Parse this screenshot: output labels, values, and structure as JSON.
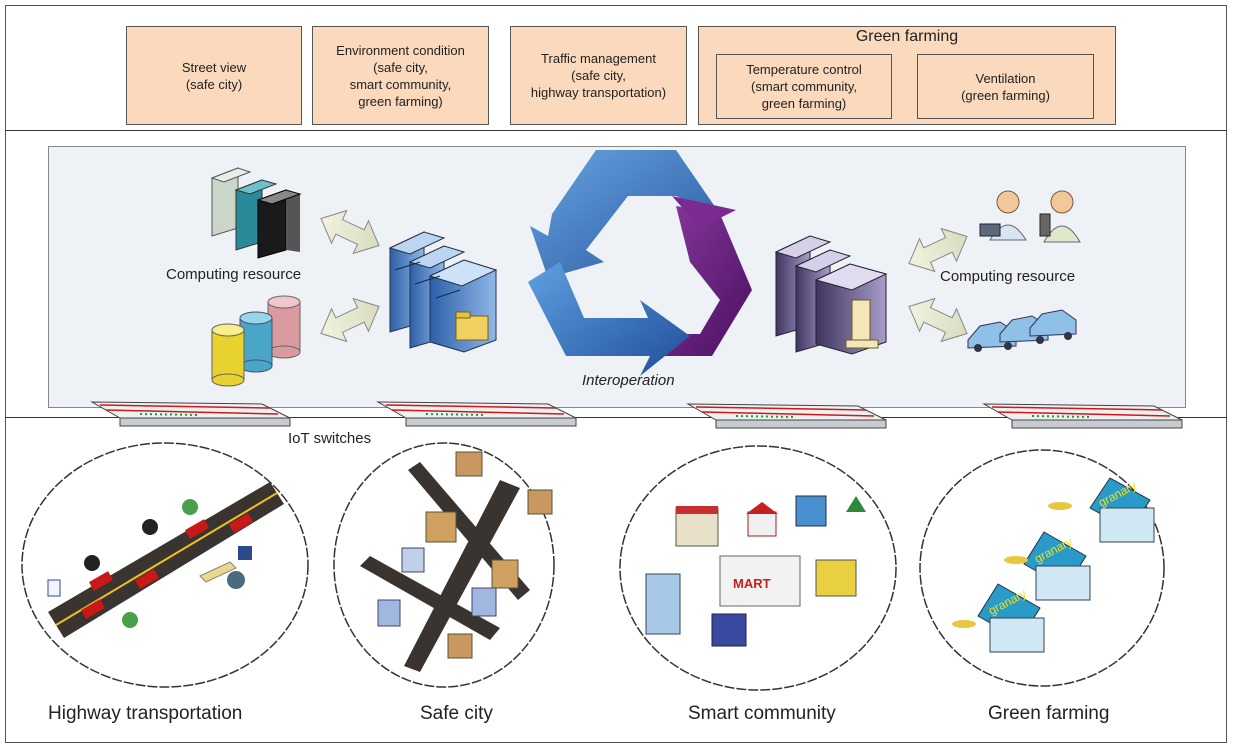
{
  "services": [
    {
      "text": "Street view\n(safe city)"
    },
    {
      "text": "Environment condition\n(safe city,\nsmart community,\ngreen farming)"
    },
    {
      "text": "Traffic management\n(safe city,\nhighway transportation)"
    }
  ],
  "green_farming_group": {
    "title": "Green farming",
    "items": [
      {
        "text": "Temperature control\n(smart community,\ngreen farming)"
      },
      {
        "text": "Ventilation\n(green farming)"
      }
    ]
  },
  "middle": {
    "left_label": "Computing resource",
    "right_label": "Computing resource",
    "center_label": "Interoperation"
  },
  "switch_label": "IoT switches",
  "domains": [
    "Highway transportation",
    "Safe city",
    "Smart community",
    "Green farming"
  ],
  "scene_text": {
    "mart": "MART",
    "granary": "granary"
  },
  "colors": {
    "service_fill": "#fad9bc",
    "panel_fill": "#eef1f6",
    "arrow_blue": "#2f6fc0",
    "arrow_purple": "#6a1d7a",
    "road": "#3a3430"
  }
}
